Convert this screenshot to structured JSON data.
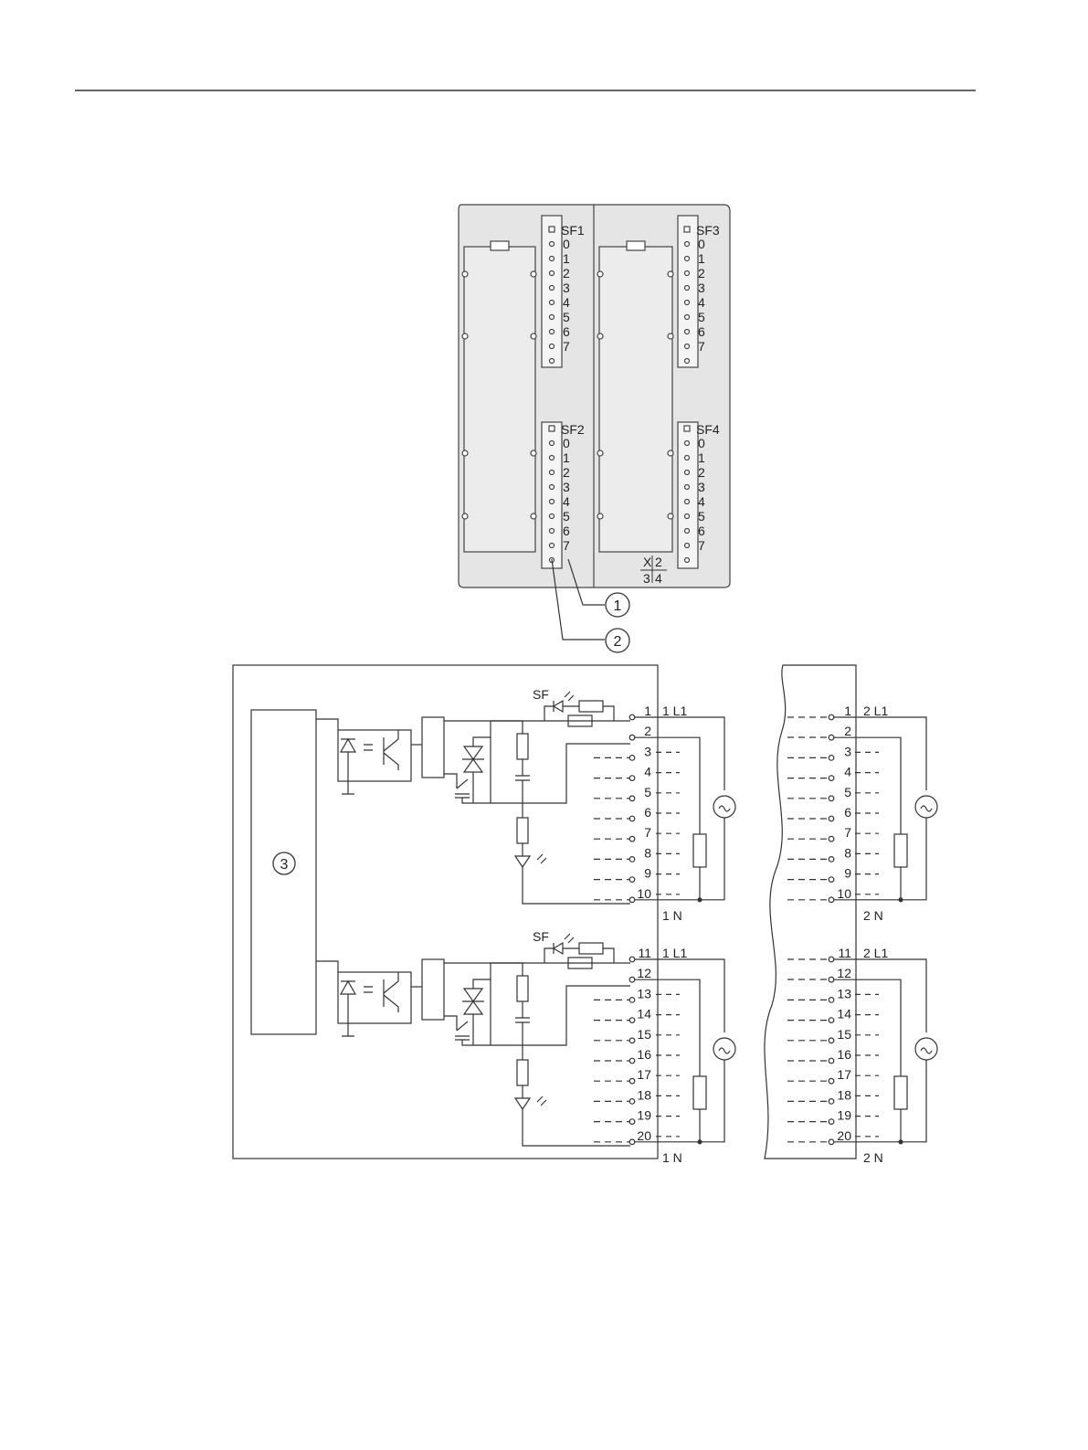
{
  "module": {
    "led_groups": [
      {
        "fault_label": "SF1",
        "channels": [
          "0",
          "1",
          "2",
          "3",
          "4",
          "5",
          "6",
          "7"
        ]
      },
      {
        "fault_label": "SF2",
        "channels": [
          "0",
          "1",
          "2",
          "3",
          "4",
          "5",
          "6",
          "7"
        ]
      },
      {
        "fault_label": "SF3",
        "channels": [
          "0",
          "1",
          "2",
          "3",
          "4",
          "5",
          "6",
          "7"
        ]
      },
      {
        "fault_label": "SF4",
        "channels": [
          "0",
          "1",
          "2",
          "3",
          "4",
          "5",
          "6",
          "7"
        ]
      }
    ],
    "front_connector_label": {
      "top": "X",
      "top2": "2",
      "bottom": "3",
      "bottom2": "4"
    },
    "callouts": [
      "1",
      "2"
    ]
  },
  "circuit": {
    "backplane_callout": "3",
    "sf_label": "SF",
    "groups": [
      {
        "supply": "1 L1",
        "neutral": "1 N",
        "terminals": [
          "1",
          "2",
          "3",
          "4",
          "5",
          "6",
          "7",
          "8",
          "9",
          "10"
        ]
      },
      {
        "supply": "1 L1",
        "neutral": "1 N",
        "terminals": [
          "11",
          "12",
          "13",
          "14",
          "15",
          "16",
          "17",
          "18",
          "19",
          "20"
        ]
      }
    ],
    "right_groups": [
      {
        "supply": "2 L1",
        "neutral": "2 N",
        "terminals": [
          "1",
          "2",
          "3",
          "4",
          "5",
          "6",
          "7",
          "8",
          "9",
          "10"
        ]
      },
      {
        "supply": "2 L1",
        "neutral": "2 N",
        "terminals": [
          "11",
          "12",
          "13",
          "14",
          "15",
          "16",
          "17",
          "18",
          "19",
          "20"
        ]
      }
    ]
  }
}
